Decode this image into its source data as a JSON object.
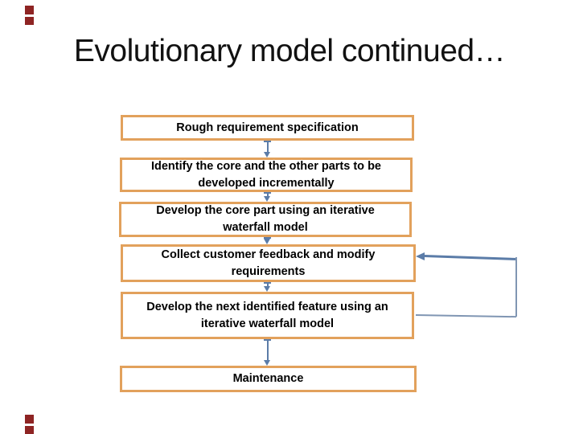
{
  "slide": {
    "title": "Evolutionary model continued…",
    "colors": {
      "background": "#FFFFFF",
      "title": "#111111",
      "box_border": "#E2A15C",
      "box_text": "#000000",
      "arrow": "#5B7CA8",
      "loop_line": "#8096B3",
      "accent": "#8E2423"
    },
    "flowchart": {
      "boxes": [
        {
          "id": "rough-requirements",
          "lines": [
            "Rough requirement specification"
          ]
        },
        {
          "id": "identify-core",
          "lines": [
            "Identify the core and the other parts to be",
            "developed incrementally"
          ]
        },
        {
          "id": "develop-core",
          "lines": [
            "Develop the core part using an iterative",
            "waterfall model"
          ]
        },
        {
          "id": "collect-feedback",
          "lines": [
            "Collect customer feedback and modify",
            "requirements"
          ]
        },
        {
          "id": "develop-next-feature",
          "lines": [
            "Develop the next identified feature using an",
            "iterative waterfall model"
          ]
        },
        {
          "id": "maintenance",
          "lines": [
            "Maintenance"
          ]
        }
      ]
    }
  }
}
